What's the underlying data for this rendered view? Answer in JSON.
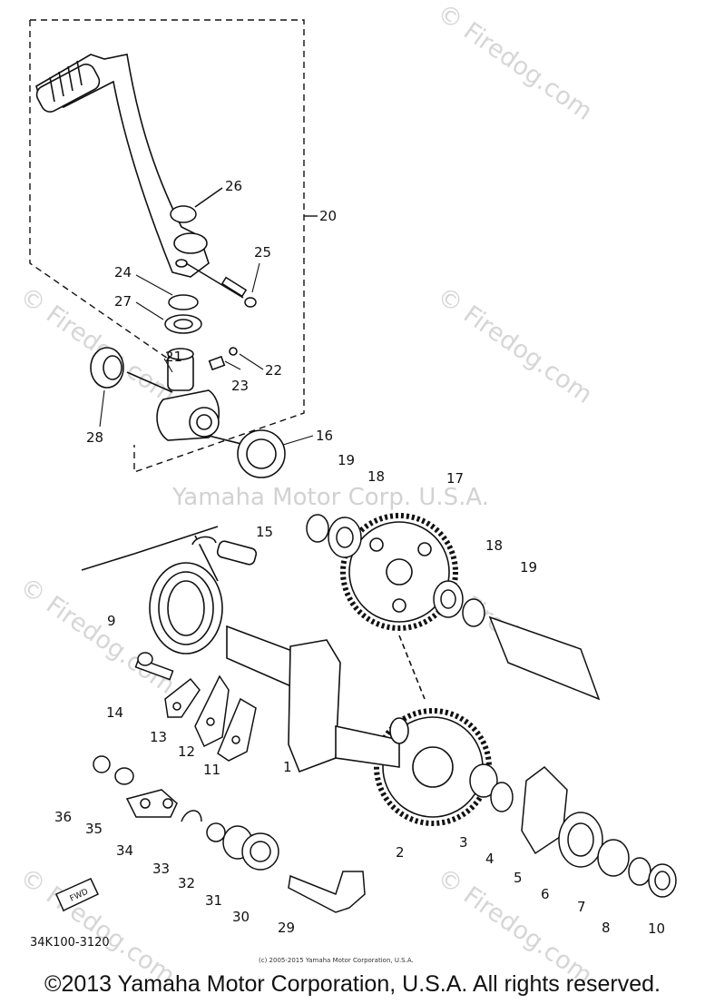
{
  "diagram": {
    "drawing_code": "34K100-3120",
    "small_copyright": "(c) 2005-2015 Yamaha Motor Corporation, U.S.A.",
    "footer_copyright": "©2013 Yamaha Motor Corporation, U.S.A. All rights reserved.",
    "watermark_center": "Yamaha Motor Corp. U.S.A.",
    "watermark_site": "© Firedog.com",
    "fwd_label": "FWD",
    "part_labels": {
      "p1": "1",
      "p2": "2",
      "p3": "3",
      "p4": "4",
      "p5": "5",
      "p6": "6",
      "p7": "7",
      "p8": "8",
      "p9": "9",
      "p10": "10",
      "p11": "11",
      "p12": "12",
      "p13": "13",
      "p14": "14",
      "p15": "15",
      "p16": "16",
      "p17": "17",
      "p18a": "18",
      "p18b": "18",
      "p19a": "19",
      "p19b": "19",
      "p20": "20",
      "p21": "21",
      "p22": "22",
      "p23": "23",
      "p24": "24",
      "p25": "25",
      "p26": "26",
      "p27": "27",
      "p28": "28",
      "p29": "29",
      "p30": "30",
      "p31": "31",
      "p32": "32",
      "p33": "33",
      "p34": "34",
      "p35": "35",
      "p36": "36"
    }
  }
}
